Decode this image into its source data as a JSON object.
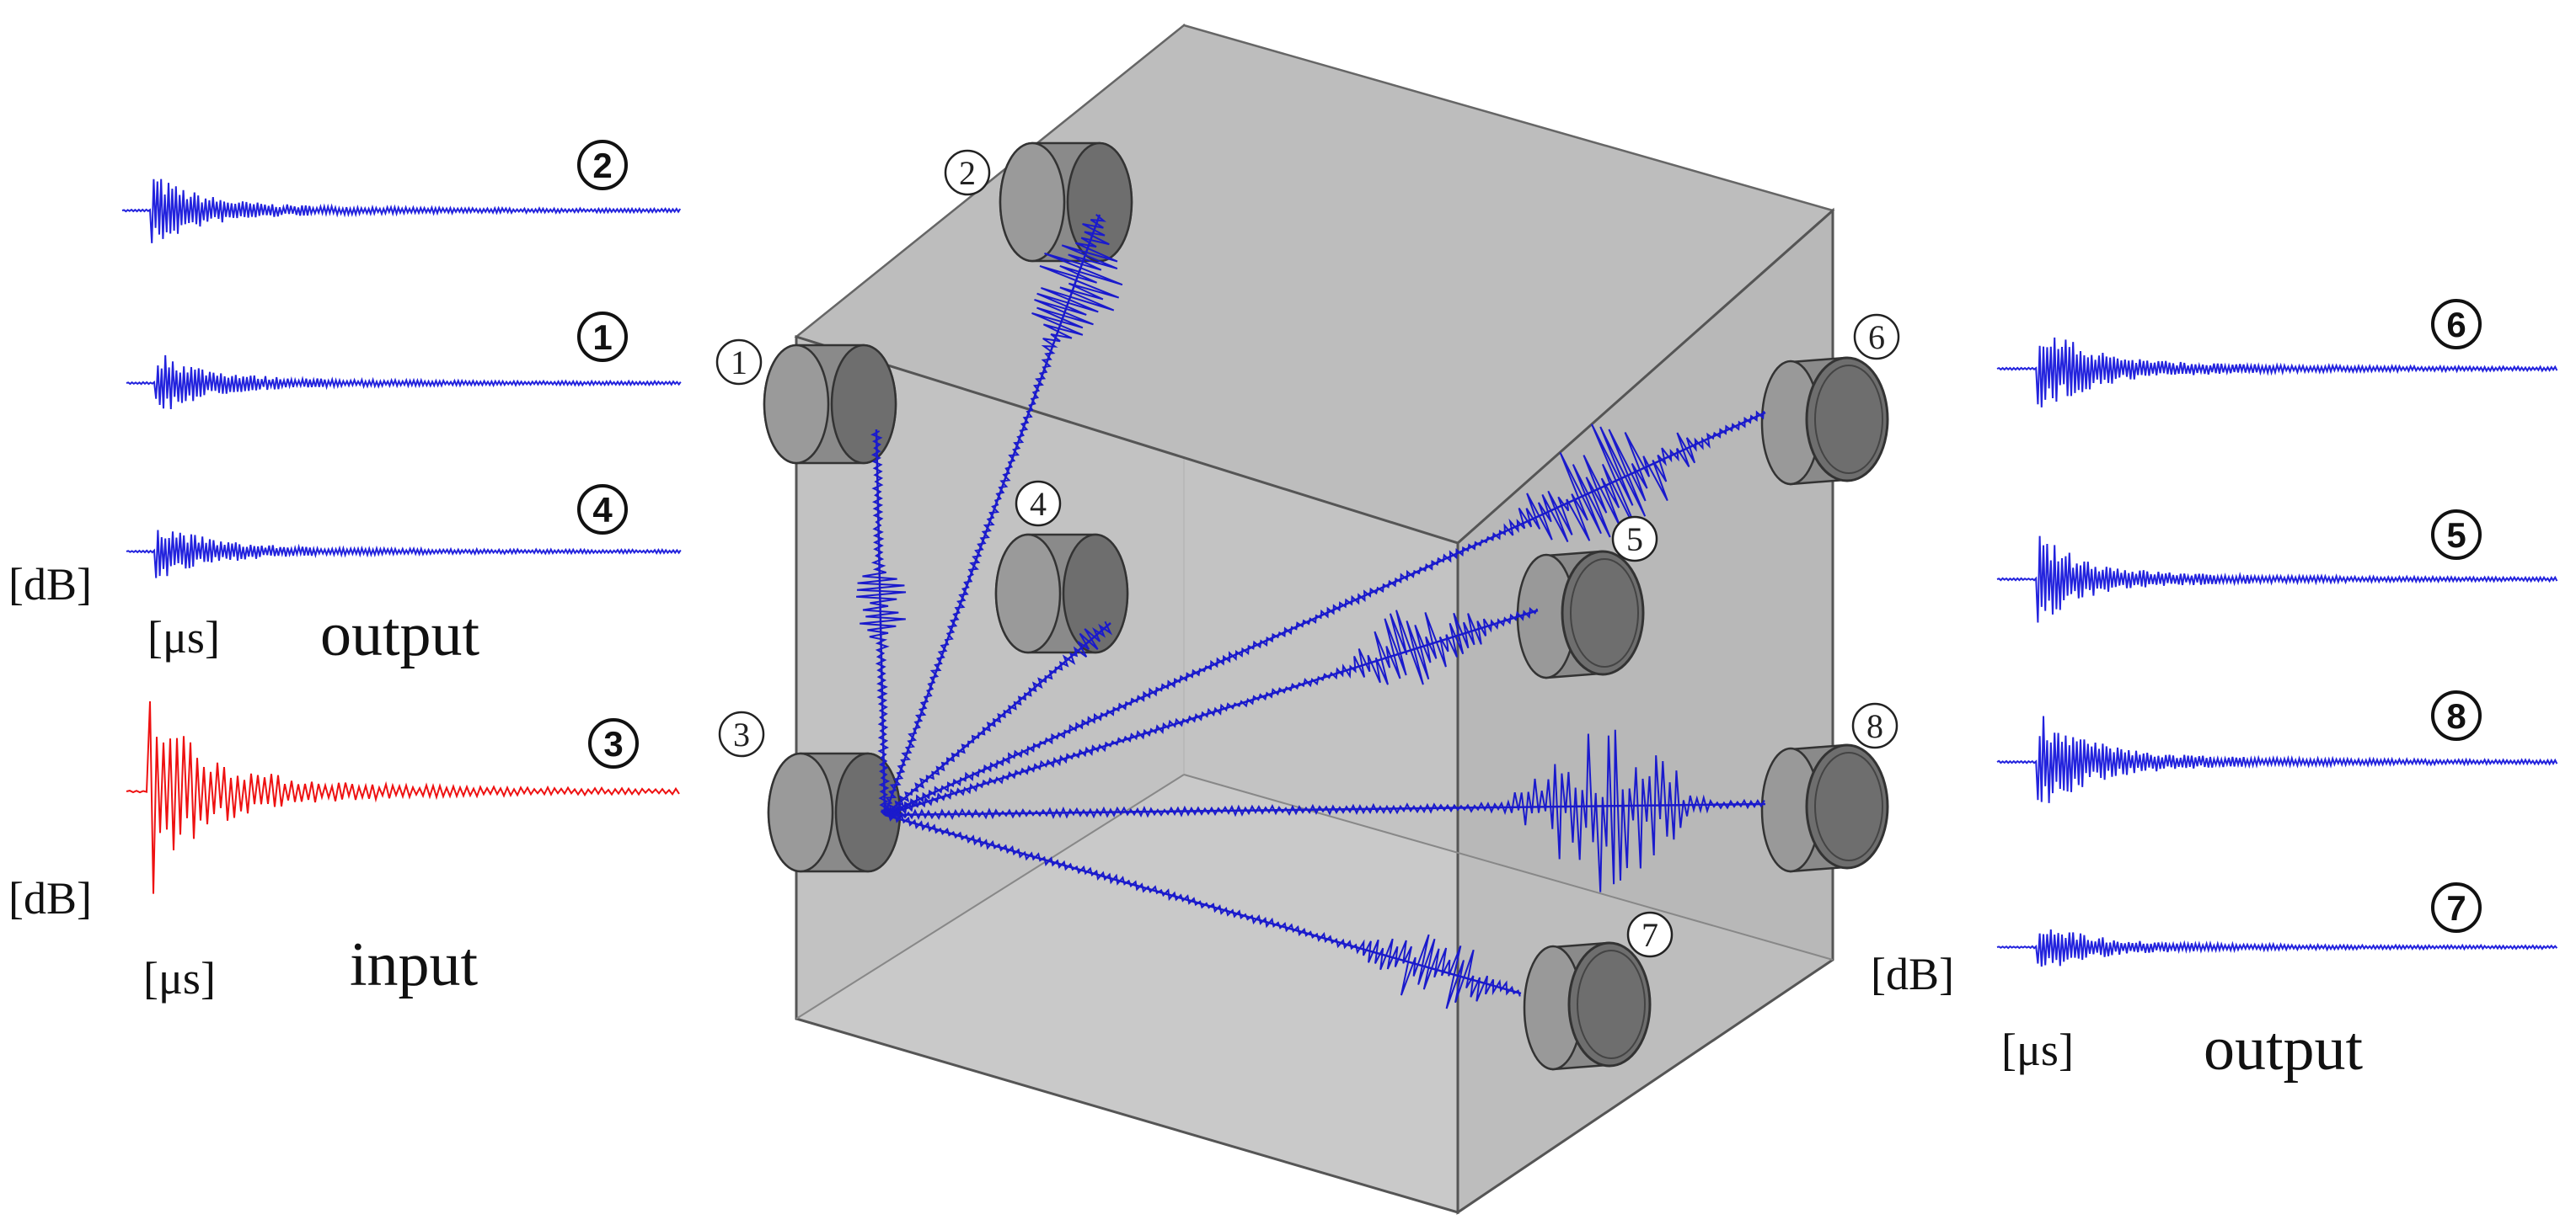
{
  "left_panel": {
    "output_traces": [
      {
        "id": "2",
        "label": "②"
      },
      {
        "id": "1",
        "label": "①"
      },
      {
        "id": "4",
        "label": "④"
      }
    ],
    "output_unit_y": "[dB]",
    "output_unit_x": "[μs]",
    "output_caption": "output",
    "input_trace": {
      "id": "3",
      "label": "③"
    },
    "input_unit_y": "[dB]",
    "input_unit_x": "[μs]",
    "input_caption": "input"
  },
  "cube": {
    "sensors": [
      {
        "id": "1",
        "label": "①"
      },
      {
        "id": "2",
        "label": "②"
      },
      {
        "id": "3",
        "label": "③"
      },
      {
        "id": "4",
        "label": "④"
      },
      {
        "id": "5",
        "label": "⑤"
      },
      {
        "id": "6",
        "label": "⑥"
      },
      {
        "id": "7",
        "label": "⑦"
      },
      {
        "id": "8",
        "label": "⑧"
      }
    ]
  },
  "right_panel": {
    "output_traces": [
      {
        "id": "6",
        "label": "⑥"
      },
      {
        "id": "5",
        "label": "⑤"
      },
      {
        "id": "8",
        "label": "⑧"
      },
      {
        "id": "7",
        "label": "⑦"
      }
    ],
    "unit_y": "[dB]",
    "unit_x": "[μs]",
    "caption": "output"
  },
  "colors": {
    "output_wave": "#2222dd",
    "input_wave": "#ee1111",
    "ray": "#1a1acc",
    "cube_face": "#c3c3c3",
    "cube_edge": "#555555",
    "sensor_body": "#8a8a8a",
    "sensor_face": "#6e6e6e"
  }
}
